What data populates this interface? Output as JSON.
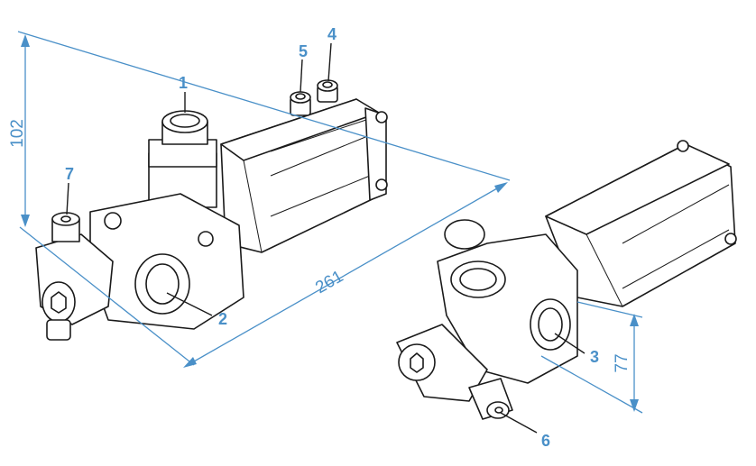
{
  "dimensions": {
    "height_left": "102",
    "length": "261",
    "height_right": "77"
  },
  "callouts": [
    "1",
    "2",
    "3",
    "4",
    "5",
    "6",
    "7"
  ],
  "colors": {
    "dimension": "#4a90c8",
    "line": "#1a1a1a",
    "background": "#ffffff"
  }
}
